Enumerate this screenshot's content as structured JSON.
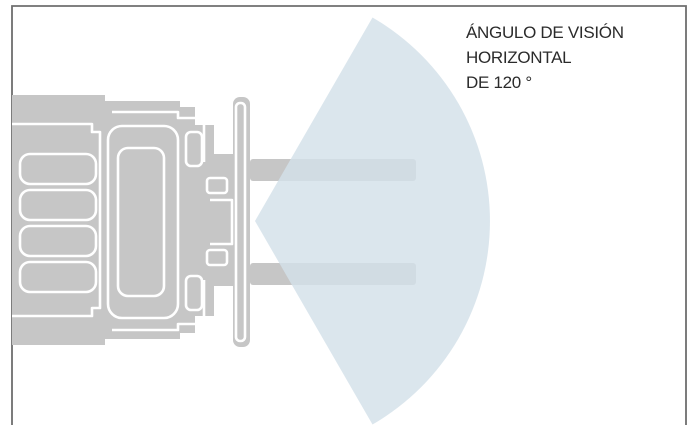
{
  "label": {
    "line1": "ÁNGULO DE VISIÓN",
    "line2": "HORIZONTAL",
    "line3": "DE 120 °"
  },
  "view_angle_degrees": 120,
  "colors": {
    "frame": "#6e6e6e",
    "vehicle_fill": "#c6c6c6",
    "vehicle_detail": "#ffffff",
    "field_of_view": "#d3e0e9",
    "text": "#2b2b2b"
  }
}
